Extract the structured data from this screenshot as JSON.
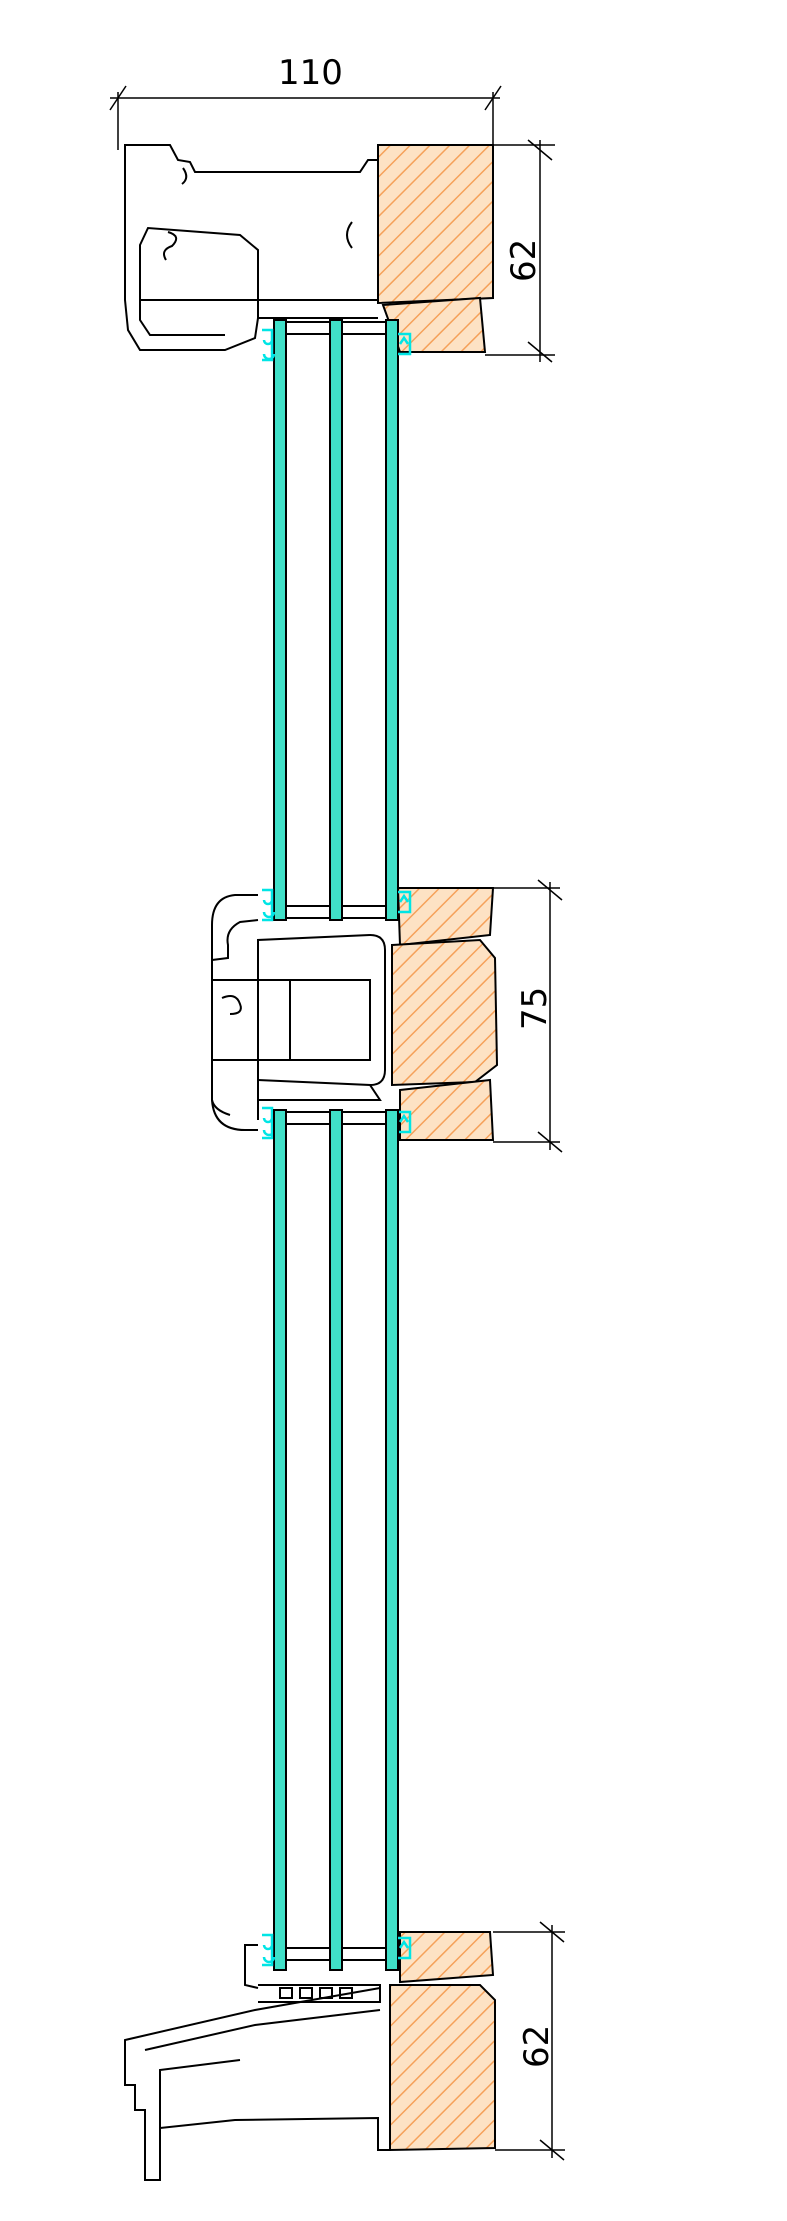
{
  "drawing": {
    "dimensions": [
      {
        "label": "110"
      },
      {
        "label": "62"
      },
      {
        "label": "75"
      },
      {
        "label": "62"
      }
    ],
    "colors": {
      "glass": "#40e0c8",
      "timber_hatch": "#f5a15a",
      "timber_fill": "#fde2c4",
      "gasket": "#00e5e5",
      "line": "#000000"
    }
  }
}
